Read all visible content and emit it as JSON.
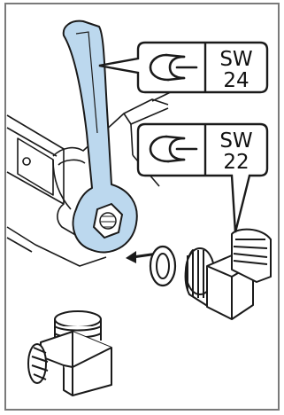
{
  "callouts": [
    {
      "prefix": "SW",
      "value": "24"
    },
    {
      "prefix": "SW",
      "value": "22"
    }
  ],
  "icons": [
    "wrench-icon",
    "wrench-icon"
  ],
  "colors": {
    "wrench_fill": "#bcd8ee",
    "outline": "#1a1a1a",
    "background": "#ffffff",
    "border": "#7a7a7a"
  }
}
